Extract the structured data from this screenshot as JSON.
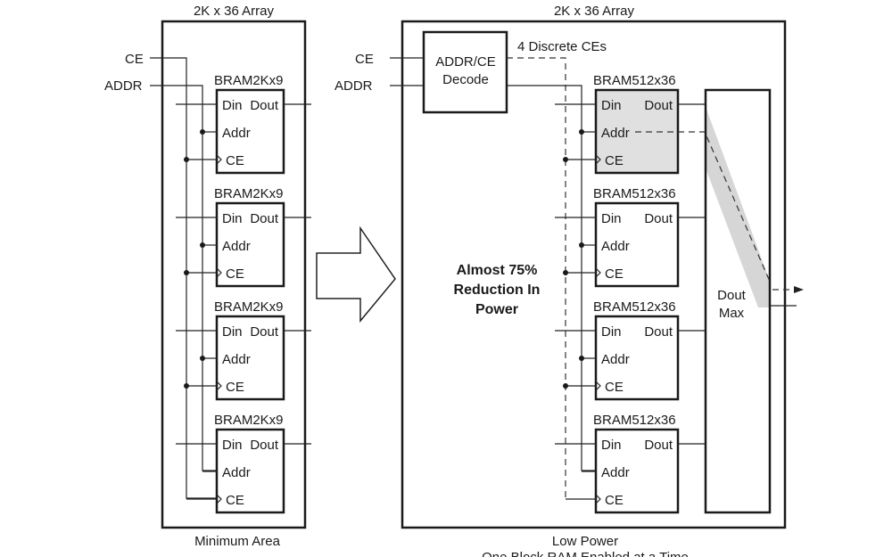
{
  "left": {
    "title": "2K x 36 Array",
    "caption": "Minimum Area",
    "ce": "CE",
    "addr": "ADDR",
    "blocks": [
      {
        "name": "BRAM2Kx9",
        "din": "Din",
        "dout": "Dout",
        "addr": "Addr",
        "ce": "CE"
      },
      {
        "name": "BRAM2Kx9",
        "din": "Din",
        "dout": "Dout",
        "addr": "Addr",
        "ce": "CE"
      },
      {
        "name": "BRAM2Kx9",
        "din": "Din",
        "dout": "Dout",
        "addr": "Addr",
        "ce": "CE"
      },
      {
        "name": "BRAM2Kx9",
        "din": "Din",
        "dout": "Dout",
        "addr": "Addr",
        "ce": "CE"
      }
    ]
  },
  "right": {
    "title": "2K x 36 Array",
    "caption": "Low Power",
    "caption2": "One Block RAM Enabled at a Time",
    "ce": "CE",
    "addr": "ADDR",
    "decode_line1": "ADDR/CE",
    "decode_line2": "Decode",
    "discrete_ces": "4 Discrete CEs",
    "reduction": [
      "Almost 75%",
      "Reduction In",
      "Power"
    ],
    "mux_line1": "Dout",
    "mux_line2": "Max",
    "blocks": [
      {
        "name": "BRAM512x36",
        "din": "Din",
        "dout": "Dout",
        "addr": "Addr",
        "ce": "CE",
        "active": true
      },
      {
        "name": "BRAM512x36",
        "din": "Din",
        "dout": "Dout",
        "addr": "Addr",
        "ce": "CE",
        "active": false
      },
      {
        "name": "BRAM512x36",
        "din": "Din",
        "dout": "Dout",
        "addr": "Addr",
        "ce": "CE",
        "active": false
      },
      {
        "name": "BRAM512x36",
        "din": "Din",
        "dout": "Dout",
        "addr": "Addr",
        "ce": "CE",
        "active": false
      }
    ]
  },
  "colors": {
    "active_fill": "#e0e0e0",
    "highlight_band": "#d6d6d6"
  }
}
